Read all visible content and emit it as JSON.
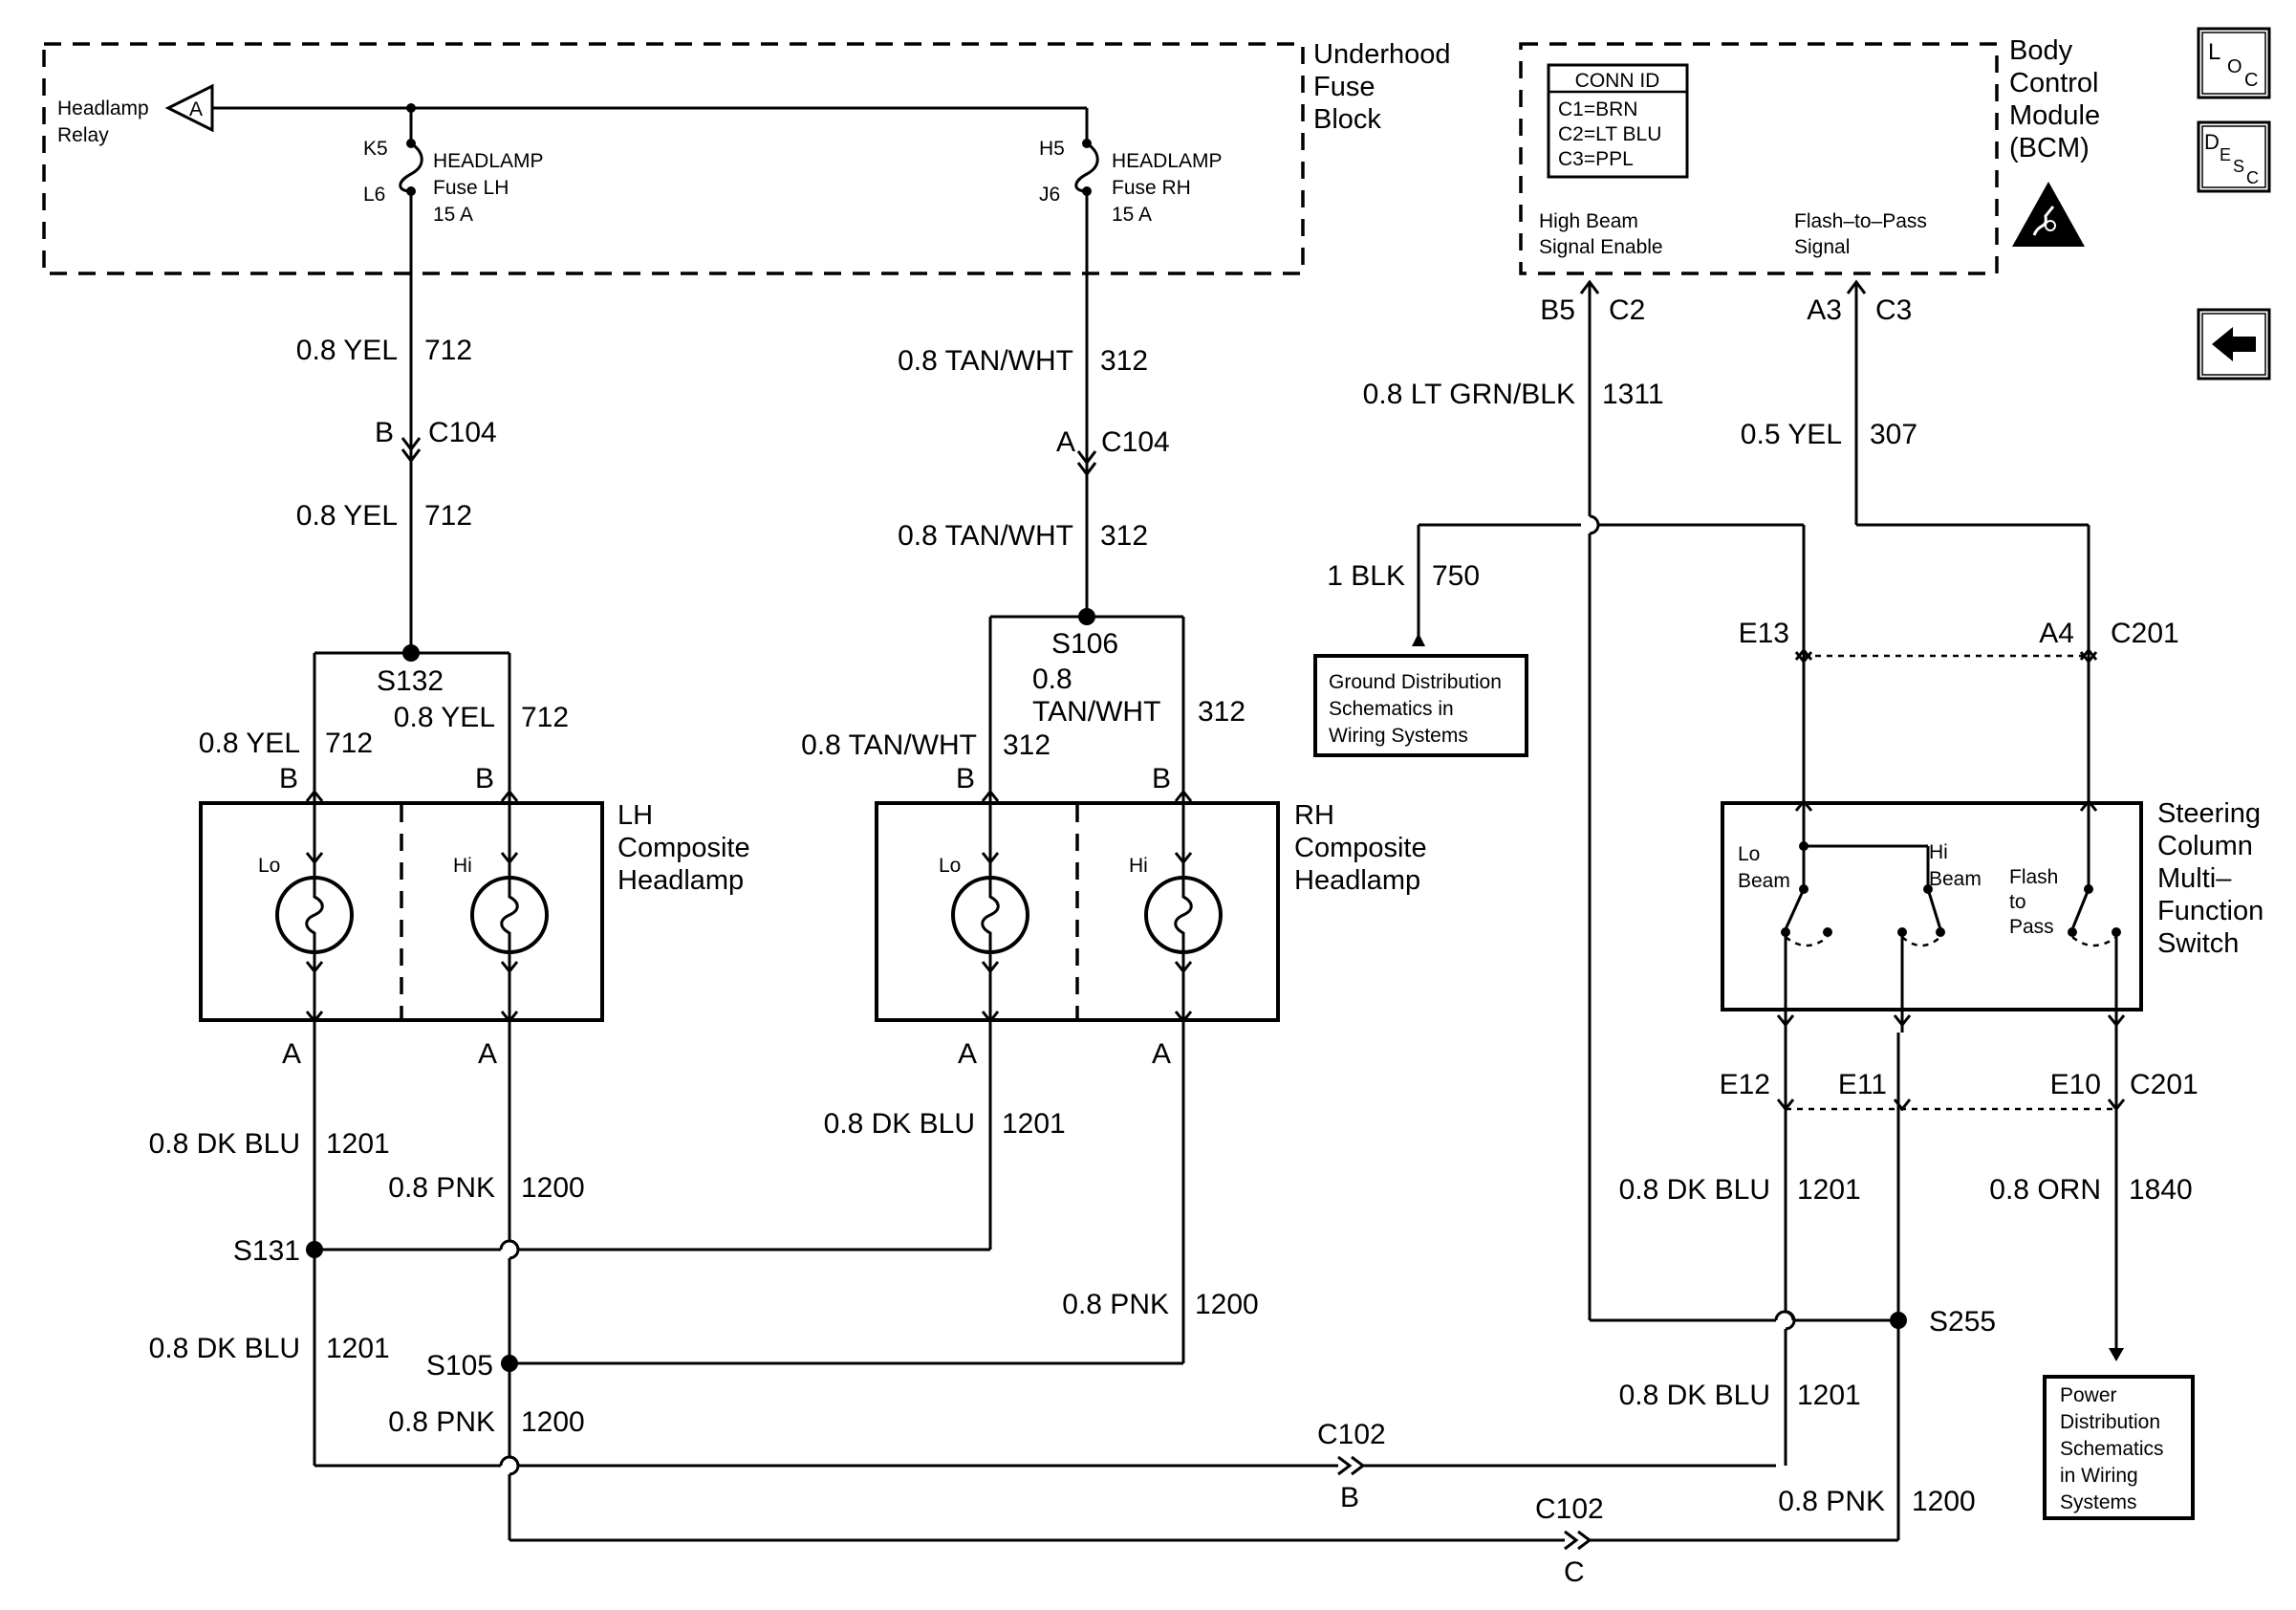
{
  "fuse_block": {
    "label": [
      "Underhood",
      "Fuse",
      "Block"
    ],
    "relay": [
      "Headlamp",
      "Relay"
    ],
    "relay_pin": "A",
    "fuse_lh": {
      "pin_top": "K5",
      "pin_bot": "L6",
      "name": [
        "HEADLAMP",
        "Fuse LH",
        "15 A"
      ]
    },
    "fuse_rh": {
      "pin_top": "H5",
      "pin_bot": "J6",
      "name": [
        "HEADLAMP",
        "Fuse RH",
        "15 A"
      ]
    }
  },
  "bcm": {
    "label": [
      "Body",
      "Control",
      "Module",
      "(BCM)"
    ],
    "conn_id_title": "CONN ID",
    "conn_ids": [
      "C1=BRN",
      "C2=LT BLU",
      "C3=PPL"
    ],
    "signal_high": [
      "High Beam",
      "Signal Enable"
    ],
    "signal_flash": [
      "Flash–to–Pass",
      "Signal"
    ],
    "pin_b5": "B5",
    "conn_c2": "C2",
    "pin_a3": "A3",
    "conn_c3": "C3"
  },
  "wires": {
    "w712a": {
      "gauge": "0.8 YEL",
      "circuit": "712"
    },
    "c104_b": {
      "pin": "B",
      "conn": "C104"
    },
    "w712b": {
      "gauge": "0.8 YEL",
      "circuit": "712"
    },
    "s132": "S132",
    "w712c": {
      "gauge": "0.8 YEL",
      "circuit": "712"
    },
    "w712d": {
      "gauge": "0.8 YEL",
      "circuit": "712"
    },
    "w312a": {
      "gauge": "0.8 TAN/WHT",
      "circuit": "312"
    },
    "c104_a": {
      "pin": "A",
      "conn": "C104"
    },
    "w312b": {
      "gauge": "0.8 TAN/WHT",
      "circuit": "312"
    },
    "s106": "S106",
    "w312c": {
      "gauge": "0.8 TAN/WHT",
      "circuit": "312"
    },
    "w312d": {
      "gauge1": "0.8",
      "gauge2": "TAN/WHT",
      "circuit": "312"
    },
    "w1311": {
      "gauge": "0.8 LT GRN/BLK",
      "circuit": "1311"
    },
    "w307": {
      "gauge": "0.5 YEL",
      "circuit": "307"
    },
    "w750": {
      "gauge": "1 BLK",
      "circuit": "750"
    },
    "e13": "E13",
    "a4": "A4",
    "c201_top": "C201",
    "e12": "E12",
    "e11": "E11",
    "e10": "E10",
    "c201_bot": "C201",
    "w1201_lh": {
      "gauge": "0.8 DK BLU",
      "circuit": "1201"
    },
    "w1200_lh": {
      "gauge": "0.8 PNK",
      "circuit": "1200"
    },
    "w1201_rh": {
      "gauge": "0.8 DK BLU",
      "circuit": "1201"
    },
    "w1200_rh": {
      "gauge": "0.8 PNK",
      "circuit": "1200"
    },
    "w1201_low": {
      "gauge": "0.8 DK BLU",
      "circuit": "1201"
    },
    "w1200_low": {
      "gauge": "0.8 PNK",
      "circuit": "1200"
    },
    "s131": "S131",
    "s105": "S105",
    "s255": "S255",
    "w1201_sw": {
      "gauge": "0.8 DK BLU",
      "circuit": "1201"
    },
    "w1840": {
      "gauge": "0.8 ORN",
      "circuit": "1840"
    },
    "w1201_sw2": {
      "gauge": "0.8 DK BLU",
      "circuit": "1201"
    },
    "w1200_sw": {
      "gauge": "0.8 PNK",
      "circuit": "1200"
    },
    "c102_b": {
      "conn": "C102",
      "pin": "B"
    },
    "c102_c": {
      "conn": "C102",
      "pin": "C"
    }
  },
  "lh_headlamp": {
    "label": [
      "LH",
      "Composite",
      "Headlamp"
    ],
    "lo": "Lo",
    "hi": "Hi",
    "pin_b1": "B",
    "pin_b2": "B",
    "pin_a1": "A",
    "pin_a2": "A"
  },
  "rh_headlamp": {
    "label": [
      "RH",
      "Composite",
      "Headlamp"
    ],
    "lo": "Lo",
    "hi": "Hi",
    "pin_b1": "B",
    "pin_b2": "B",
    "pin_a1": "A",
    "pin_a2": "A"
  },
  "switch": {
    "label": [
      "Steering",
      "Column",
      "Multi–",
      "Function",
      "Switch"
    ],
    "lo_beam": [
      "Lo",
      "Beam"
    ],
    "hi_beam": [
      "Hi",
      "Beam"
    ],
    "flash": [
      "Flash",
      "to",
      "Pass"
    ]
  },
  "ground_box": [
    "Ground Distribution",
    "Schematics in",
    "Wiring Systems"
  ],
  "power_box": [
    "Power",
    "Distribution",
    "Schematics",
    "in Wiring",
    "Systems"
  ],
  "nav": {
    "loc": {
      "big": "L",
      "sub1": "O",
      "sub2": "C"
    },
    "desc": {
      "big": "D",
      "sub1": "E",
      "sub2": "S",
      "sub3": "C"
    },
    "back_icon": "left-arrow-icon",
    "esd_icon": "esd-warning-icon"
  }
}
